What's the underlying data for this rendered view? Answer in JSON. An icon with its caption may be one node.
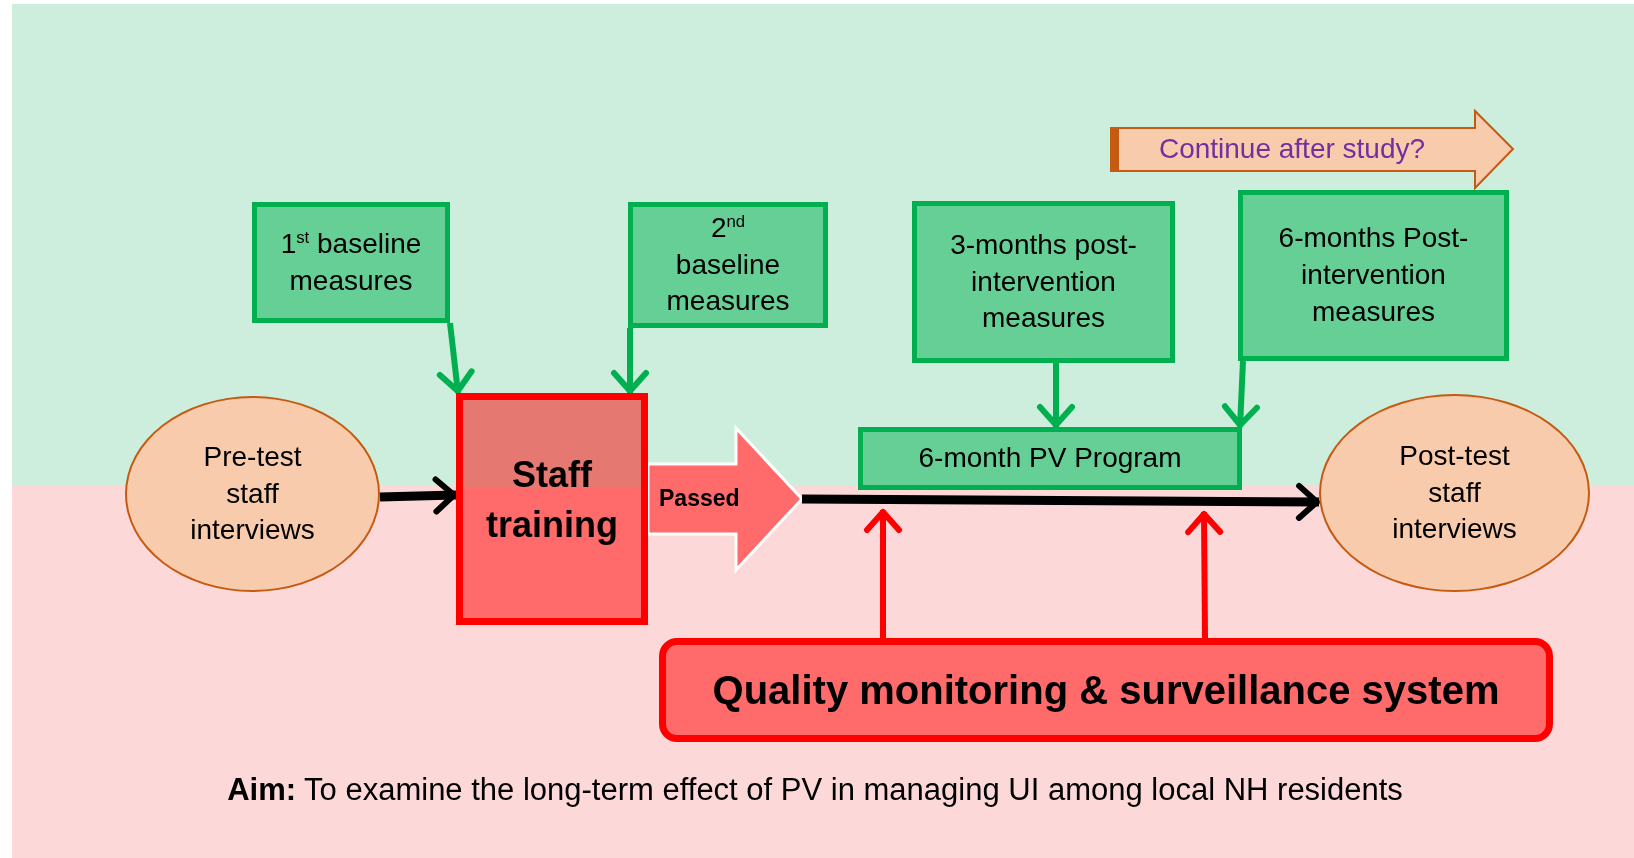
{
  "diagram": {
    "caption": "**Aim:** To examine the long-term effect of PV in managing UI among local NH residents",
    "nodes": [
      {
        "text": [
          "Continue after study?"
        ]
      },
      {
        "text": [
          "1$^{st}$ baseline measures"
        ]
      },
      {
        "text": [
          "2$^{nd}$ baseline measures"
        ]
      },
      {
        "text": [
          "3-months post-intervention measures"
        ]
      },
      {
        "text": [
          "6-months Post-intervention measures"
        ]
      },
      {
        "text": [
          "Pre-test staff interviews"
        ]
      },
      {
        "text": [
          "Staff training"
        ]
      },
      {
        "text": [
          "6-month PV Program"
        ]
      },
      {
        "text": [
          "Post-test staff interviews"
        ]
      },
      {
        "text": [
          "Quality monitoring & surveillance system"
        ]
      }
    ],
    "edges": [
      {
        "from": 5,
        "to": 6,
        "arrow": "to",
        "color": "#000000"
      },
      {
        "from": 1,
        "to": 6,
        "arrow": "to"
      },
      {
        "from": 2,
        "to": 6,
        "arrow": "to"
      },
      {
        "from": 3,
        "to": 7,
        "arrow": "to"
      },
      {
        "from": 4,
        "to": 7,
        "arrow": "to"
      },
      {
        "from": 6,
        "to": null,
        "arrow": "to",
        "label": "Passed",
        "style": "thick",
        "color": "#ff6b6b"
      },
      {
        "from": null,
        "to": 8,
        "arrow": "to",
        "color": "#000000"
      },
      {
        "from": 9,
        "to": 7,
        "arrow": "to",
        "color": "#ff0000"
      },
      {
        "from": 9,
        "to": 7,
        "arrow": "to",
        "color": "#ff0000"
      }
    ]
  }
}
